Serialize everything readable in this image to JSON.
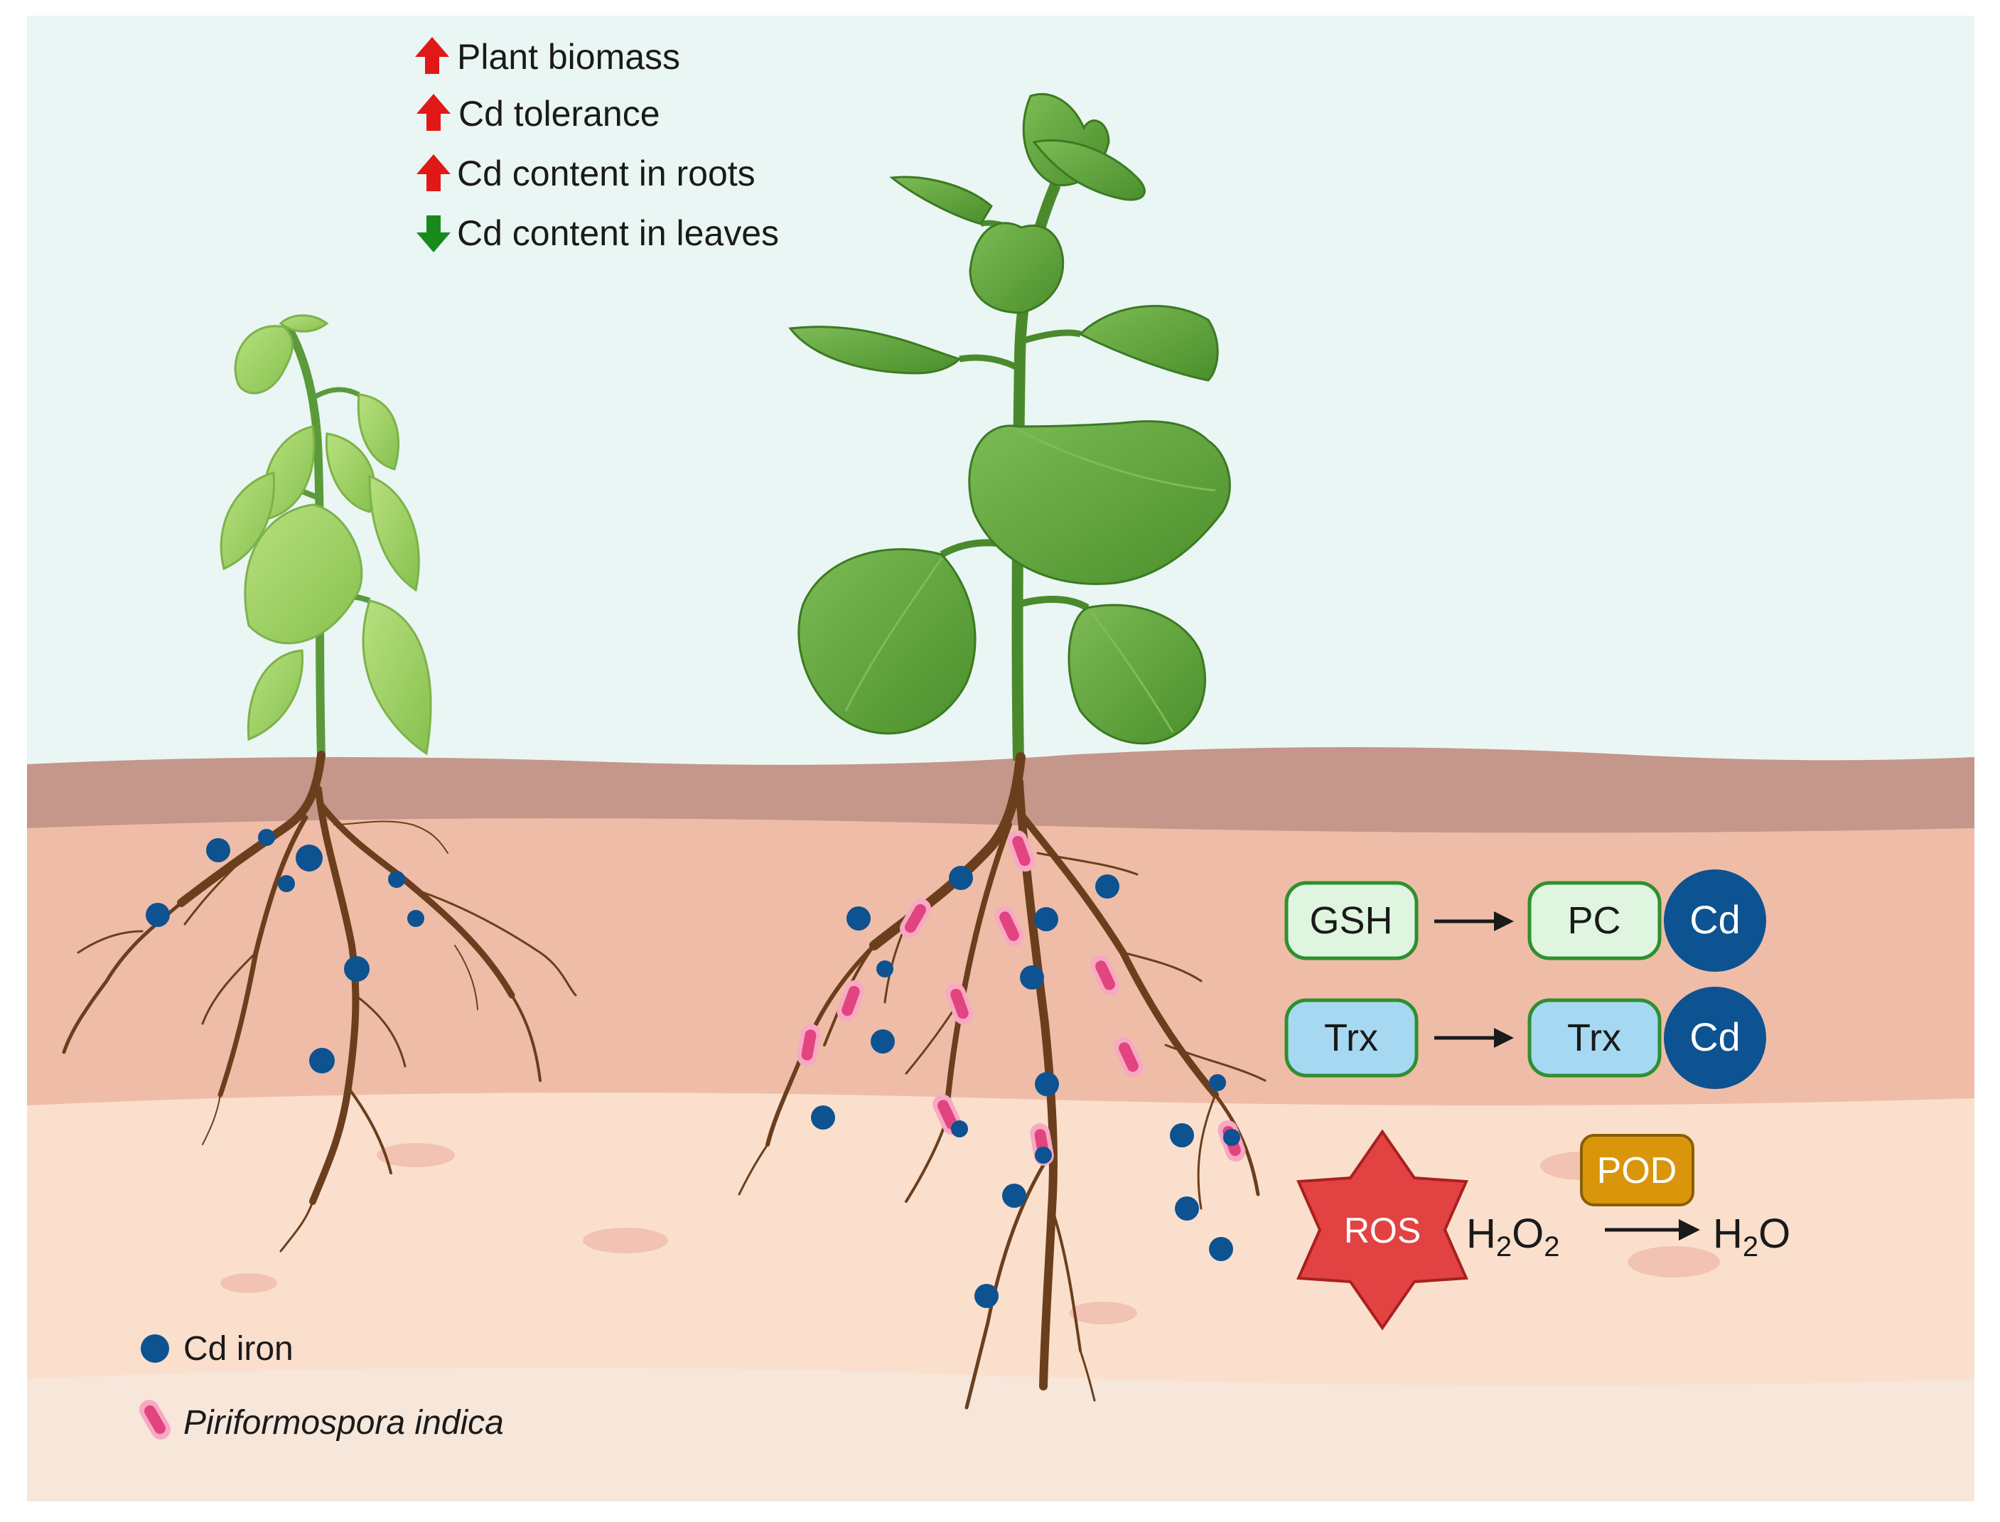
{
  "colors": {
    "sky": "#eaf6f4",
    "soil_top": "#c4978a",
    "soil_1": "#efbda7",
    "soil_2": "#fbdfcd",
    "soil_3": "#f7e6da",
    "leaf_healthy": "#5fa33d",
    "leaf_stressed": "#9fd16a",
    "root": "#6b3f1d",
    "cd_ion": "#0d5291",
    "fungus": "#e2447f",
    "fungus_halo": "#f7a9c4",
    "up_arrow": "#e01818",
    "down_arrow": "#188a1c",
    "box_green": "#dff5df",
    "box_green_border": "#2f8f2f",
    "box_blue": "#a6d8f2",
    "pod": "#d9960a",
    "ros": "#e34242"
  },
  "effects": [
    {
      "direction": "up",
      "text": "Plant biomass"
    },
    {
      "direction": "up",
      "text": "Cd tolerance"
    },
    {
      "direction": "up",
      "text": "Cd content in roots"
    },
    {
      "direction": "down",
      "text": "Cd content in leaves"
    }
  ],
  "pathway": {
    "row1": {
      "from": "GSH",
      "to": "PC",
      "bound": "Cd"
    },
    "row2": {
      "from": "Trx",
      "to": "Trx",
      "bound": "Cd"
    },
    "ros": {
      "ros_label": "ROS",
      "enzyme": "POD",
      "substrate": {
        "base": "H",
        "sub1": "2",
        "mid": "O",
        "sub2": "2"
      },
      "product": {
        "base": "H",
        "sub1": "2",
        "mid": "O"
      }
    }
  },
  "legend": [
    {
      "symbol": "cd-ion",
      "label": "Cd iron"
    },
    {
      "symbol": "fungus",
      "label": "Piriformospora indica"
    }
  ]
}
